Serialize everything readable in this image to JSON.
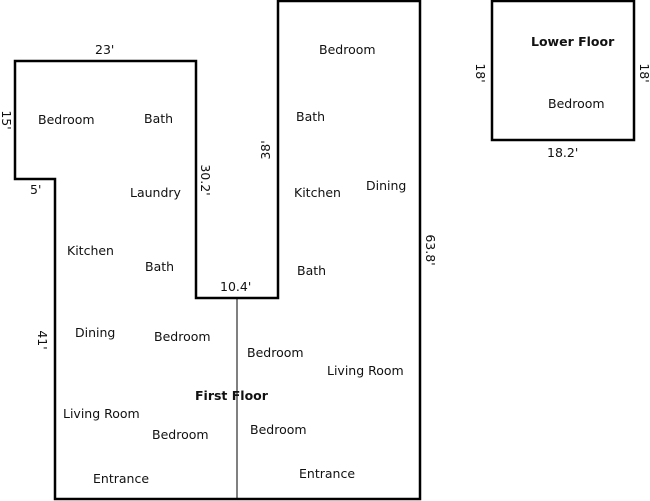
{
  "floors": {
    "first_floor": "First Floor",
    "lower_floor": "Lower Floor"
  },
  "rooms": {
    "left": {
      "bedroom_top": "Bedroom",
      "bath_top": "Bath",
      "laundry": "Laundry",
      "kitchen": "Kitchen",
      "bath_mid": "Bath",
      "dining": "Dining",
      "bedroom_mid": "Bedroom",
      "living_room": "Living Room",
      "bedroom_bottom": "Bedroom",
      "entrance": "Entrance"
    },
    "right": {
      "bedroom_top": "Bedroom",
      "bath_top": "Bath",
      "kitchen": "Kitchen",
      "dining": "Dining",
      "bath_mid": "Bath",
      "bedroom_mid": "Bedroom",
      "living_room": "Living Room",
      "bedroom_bottom": "Bedroom",
      "entrance": "Entrance"
    },
    "lower": {
      "bedroom": "Bedroom"
    }
  },
  "dimensions": {
    "top_left_width": "23'",
    "left_upper_height": "15'",
    "left_step": "5'",
    "left_lower_height": "41'",
    "notch_height": "30.2'",
    "notch_width": "10.4'",
    "right_tower_notch": "38'",
    "right_height": "63.8'",
    "lower_left": "18'",
    "lower_right": "18'",
    "lower_width": "18.2'"
  }
}
